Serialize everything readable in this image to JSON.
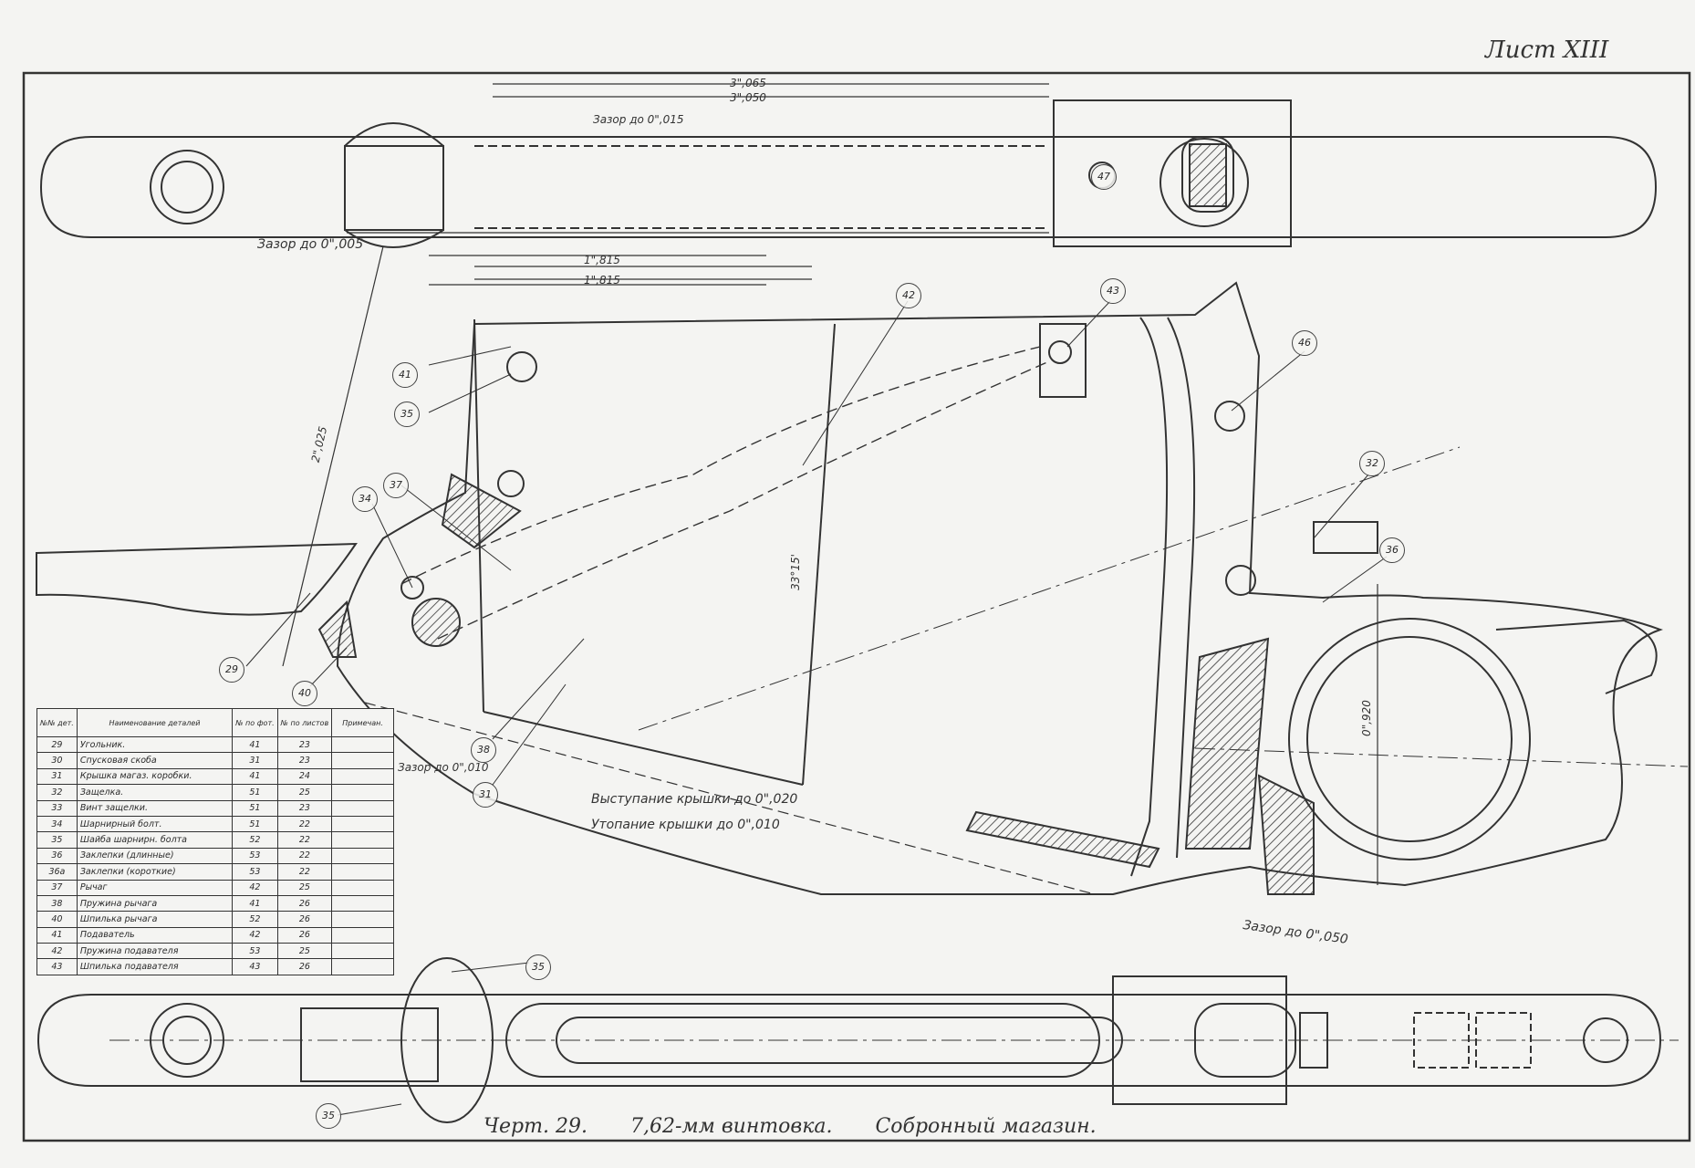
{
  "sheet_label": "Лист XIII",
  "caption": {
    "figure": "Черт. 29.",
    "subject": "7,62-мм винтовка.",
    "title": "Собронный магазин."
  },
  "notes": {
    "protrusion": "Выступание крышки до 0\",020",
    "recess": "Утопание крышки до 0\",010",
    "gap_bottom": "Зазор до 0\",050",
    "gap_top": "Зазор до 0\",005",
    "gap_top_center": "Зазор до 0\",015",
    "gap_left": "Зазор до 0\",010"
  },
  "dimensions": {
    "top_length_a": "3\",065",
    "top_length_b": "3\",050",
    "height_left": "2\",025",
    "ring_diameter": "0\",920",
    "length_c": "1\",815",
    "length_d": "1\",815",
    "angle": "33°15'"
  },
  "callouts": [
    "41",
    "35",
    "37",
    "34",
    "29",
    "40",
    "38",
    "31",
    "43",
    "46",
    "32",
    "36",
    "42",
    "35",
    "35",
    "47"
  ],
  "parts_table": {
    "headers": [
      "№№ дет.",
      "Наименование деталей",
      "№ по фот.",
      "№ по листов",
      "Примечан."
    ],
    "rows": [
      [
        "29",
        "Угольник.",
        "41",
        "23",
        ""
      ],
      [
        "30",
        "Спусковая скоба",
        "31",
        "23",
        ""
      ],
      [
        "31",
        "Крышка магаз. коробки.",
        "41",
        "24",
        ""
      ],
      [
        "32",
        "Защелка.",
        "51",
        "25",
        ""
      ],
      [
        "33",
        "Винт защелки.",
        "51",
        "23",
        ""
      ],
      [
        "34",
        "Шарнирный болт.",
        "51",
        "22",
        ""
      ],
      [
        "35",
        "Шайба шарнирн. болта",
        "52",
        "22",
        ""
      ],
      [
        "36",
        "Заклепки (длинные)",
        "53",
        "22",
        ""
      ],
      [
        "36а",
        "Заклепки (короткие)",
        "53",
        "22",
        ""
      ],
      [
        "37",
        "Рычаг",
        "42",
        "25",
        ""
      ],
      [
        "38",
        "Пружина рычага",
        "41",
        "26",
        ""
      ],
      [
        "40",
        "Шпилька рычага",
        "52",
        "26",
        ""
      ],
      [
        "41",
        "Подаватель",
        "42",
        "26",
        ""
      ],
      [
        "42",
        "Пружина подавателя",
        "53",
        "25",
        ""
      ],
      [
        "43",
        "Шпилька подавателя",
        "43",
        "26",
        ""
      ]
    ]
  }
}
